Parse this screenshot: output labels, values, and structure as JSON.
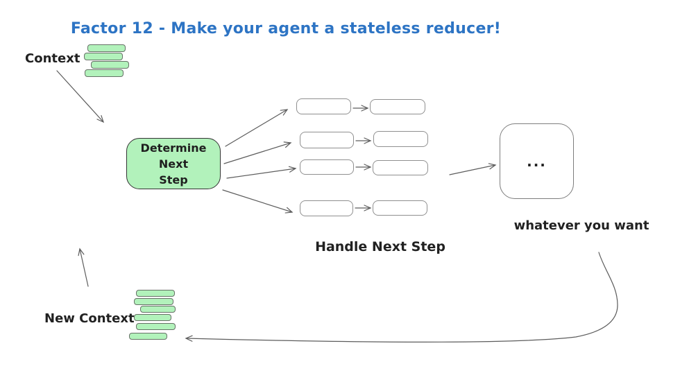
{
  "title": "Factor 12 - Make your agent a stateless reducer!",
  "colors": {
    "title_blue": "#2d74c4",
    "stack_green_fill": "#b2f2bb",
    "stroke_gray": "#5c5c5c"
  },
  "context": {
    "label": "Context"
  },
  "determine_box": {
    "label": "Determine\nNext\nStep"
  },
  "handle_section": {
    "label": "Handle Next Step"
  },
  "output_box": {
    "ellipsis": "...",
    "caption": "whatever you want"
  },
  "new_context": {
    "label": "New Context"
  }
}
